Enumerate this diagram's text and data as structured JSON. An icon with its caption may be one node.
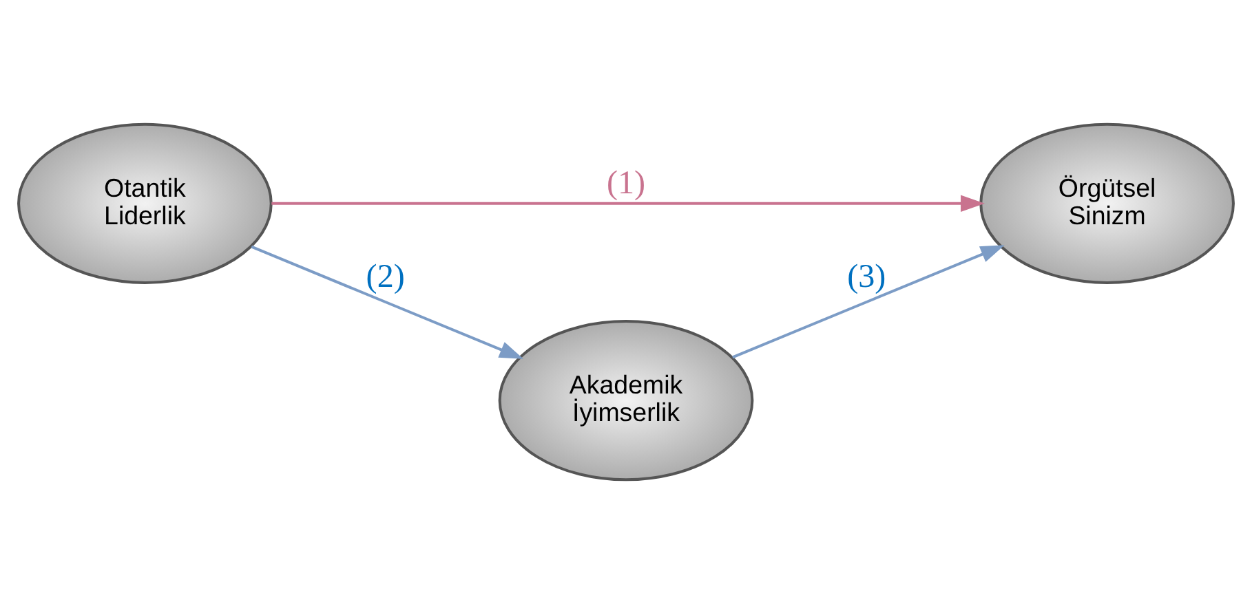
{
  "diagram": {
    "nodes": [
      {
        "text": [
          "Otantik Liderlik"
        ]
      },
      {
        "text": [
          "Örgütsel Sinizm"
        ]
      },
      {
        "text": [
          "Akademik İyimserlik"
        ]
      }
    ],
    "edges": [
      {
        "from": 0,
        "to": 1,
        "arrow": "to",
        "label": "(1)",
        "color": "#c9738f"
      },
      {
        "from": 0,
        "to": 2,
        "arrow": "to",
        "label": "(2)"
      },
      {
        "from": 2,
        "to": 1,
        "arrow": "to",
        "label": "(3)"
      }
    ]
  }
}
